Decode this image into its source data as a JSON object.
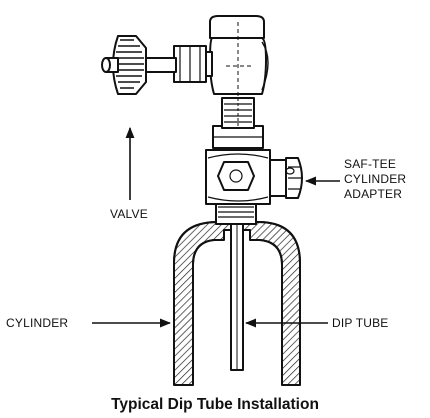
{
  "figure": {
    "caption": "Typical Dip Tube Installation",
    "labels": {
      "valve": "VALVE",
      "adapter_line1": "SAF-TEE",
      "adapter_line2": "CYLINDER",
      "adapter_line3": "ADAPTER",
      "cylinder": "CYLINDER",
      "dip_tube": "DIP TUBE"
    }
  },
  "colors": {
    "ink": "#111111",
    "hatch": "#222222",
    "background": "#ffffff"
  }
}
